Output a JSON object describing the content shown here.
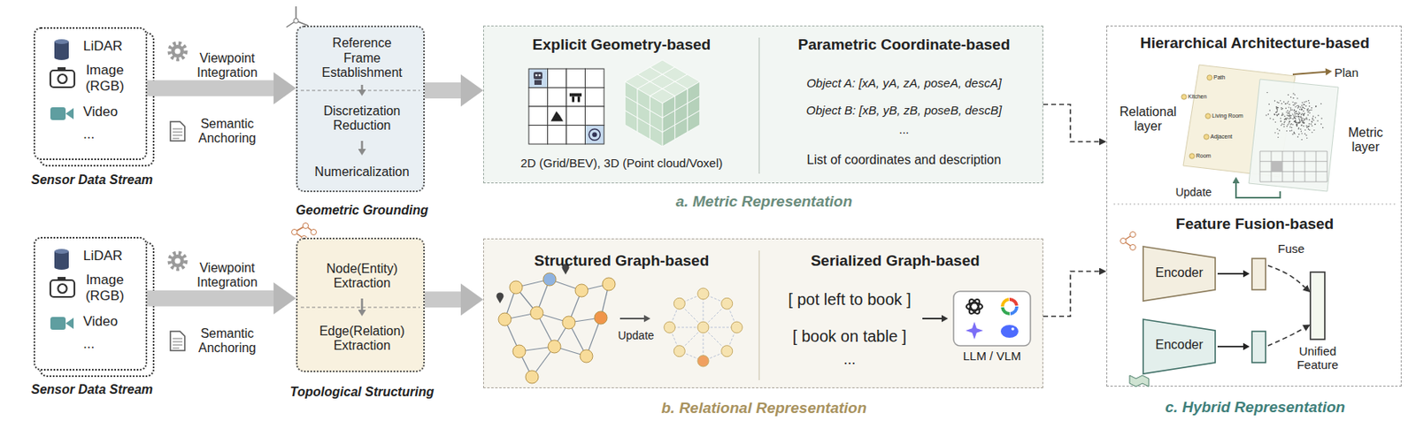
{
  "diagram": {
    "nodes": [
      {
        "text": [
          "LiDAR",
          "Image (RGB)",
          "Video",
          "...",
          "Sensor Data Stream"
        ]
      },
      {
        "text": [
          "Geometric Grounding"
        ]
      },
      {
        "text": [
          "Reference Frame Establishment"
        ],
        "in": 1
      },
      {
        "text": [
          "Discretization Reduction"
        ],
        "in": 1
      },
      {
        "text": [
          "Numericalization"
        ],
        "in": 1
      },
      {
        "text": [
          "Explicit Geometry-based",
          "2D (Grid/BEV), 3D (Point cloud/Voxel)",
          "Parametric Coordinate-based",
          "Object A: [xA, yA, zA, poseA, descA]",
          "Object B: [xB, yB, zB, poseB, descB]",
          "...",
          "List of coordinates and description",
          "a. Metric Representation"
        ]
      },
      {
        "text": [
          "LiDAR",
          "Image (RGB)",
          "Video",
          "...",
          "Sensor Data Stream"
        ]
      },
      {
        "text": [
          "Topological Structuring"
        ]
      },
      {
        "text": [
          "Node(Entity) Extraction"
        ],
        "in": 7
      },
      {
        "text": [
          "Edge(Relation) Extraction"
        ],
        "in": 7
      },
      {
        "text": [
          "Structured Graph-based",
          "Update",
          "Serialized Graph-based",
          "[ pot left to book ]",
          "[ book on table ]",
          "...",
          "b. Relational Representation"
        ]
      },
      {
        "text": [
          "LLM / VLM"
        ],
        "in": 10
      },
      {
        "text": [
          "Hierarchical Architecture-based",
          "Feature Fusion-based",
          "c. Hybrid Representation"
        ]
      },
      {
        "text": [
          "Relational layer",
          "Path",
          "Kitchen",
          "Living Room",
          "Adjacent",
          "Room"
        ],
        "in": 12
      },
      {
        "text": [
          "Metric layer"
        ],
        "in": 12
      },
      {
        "text": [
          "Encoder"
        ],
        "in": 12
      },
      {
        "text": [
          "Encoder"
        ],
        "in": 12
      },
      {
        "text": [
          "Unified Feature"
        ],
        "in": 12
      }
    ],
    "edges": [
      {
        "from": 0,
        "to": 1,
        "arrow": "to"
      },
      {
        "from": 1,
        "to": 5,
        "arrow": "to"
      },
      {
        "from": 2,
        "to": 3,
        "arrow": "to"
      },
      {
        "from": 3,
        "to": 4,
        "arrow": "to"
      },
      {
        "from": 6,
        "to": 7,
        "arrow": "to"
      },
      {
        "from": 7,
        "to": 10,
        "arrow": "to"
      },
      {
        "from": 8,
        "to": 9,
        "arrow": "to"
      },
      {
        "from": 5,
        "to": 12,
        "arrow": "to"
      },
      {
        "from": 10,
        "to": 12,
        "arrow": "to"
      },
      {
        "from": 14,
        "to": 13,
        "label": "Update",
        "arrow": "to"
      },
      {
        "from": 15,
        "to": 17,
        "label": "Fuse",
        "arrow": "to"
      },
      {
        "from": 16,
        "to": 17,
        "arrow": "to"
      }
    ],
    "labels": [
      "Viewpoint Integration",
      "Semantic Anchoring",
      "Viewpoint Integration",
      "Semantic Anchoring",
      "Plan"
    ]
  }
}
